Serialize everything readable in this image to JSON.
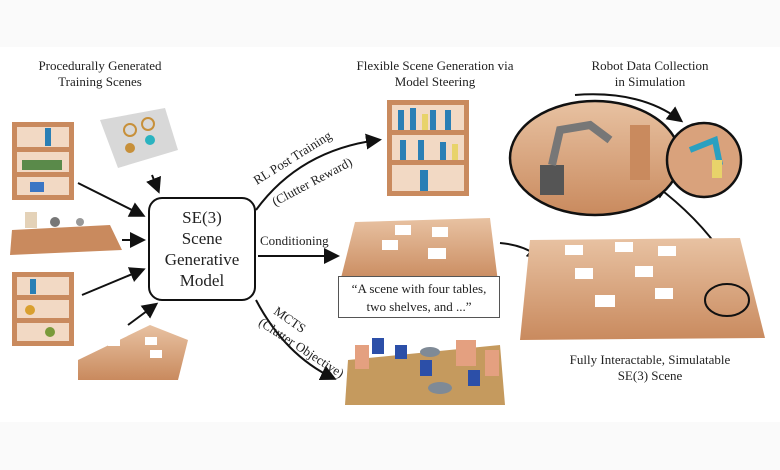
{
  "titles": {
    "left": [
      "Procedurally Generated",
      "Training Scenes"
    ],
    "middle": [
      "Flexible Scene Generation via",
      "Model Steering"
    ],
    "right": [
      "Robot Data Collection",
      "in Simulation"
    ]
  },
  "model_box": [
    "SE(3)",
    "Scene",
    "Generative",
    "Model"
  ],
  "edges": {
    "rl": "RL Post Training",
    "rl_sub": "(Clutter Reward)",
    "conditioning": "Conditioning",
    "mcts": "MCTS",
    "mcts_sub": "(Clutter Objective)"
  },
  "prompt": [
    "“A scene with four tables,",
    "two shelves, and ...”"
  ],
  "result": [
    "Fully Interactable, Simulatable",
    "SE(3) Scene"
  ],
  "colors": {
    "wood": "#c98a5e",
    "floor": "#d9a27c",
    "bottle": "#2a7fb5",
    "background": "#fafafa"
  }
}
